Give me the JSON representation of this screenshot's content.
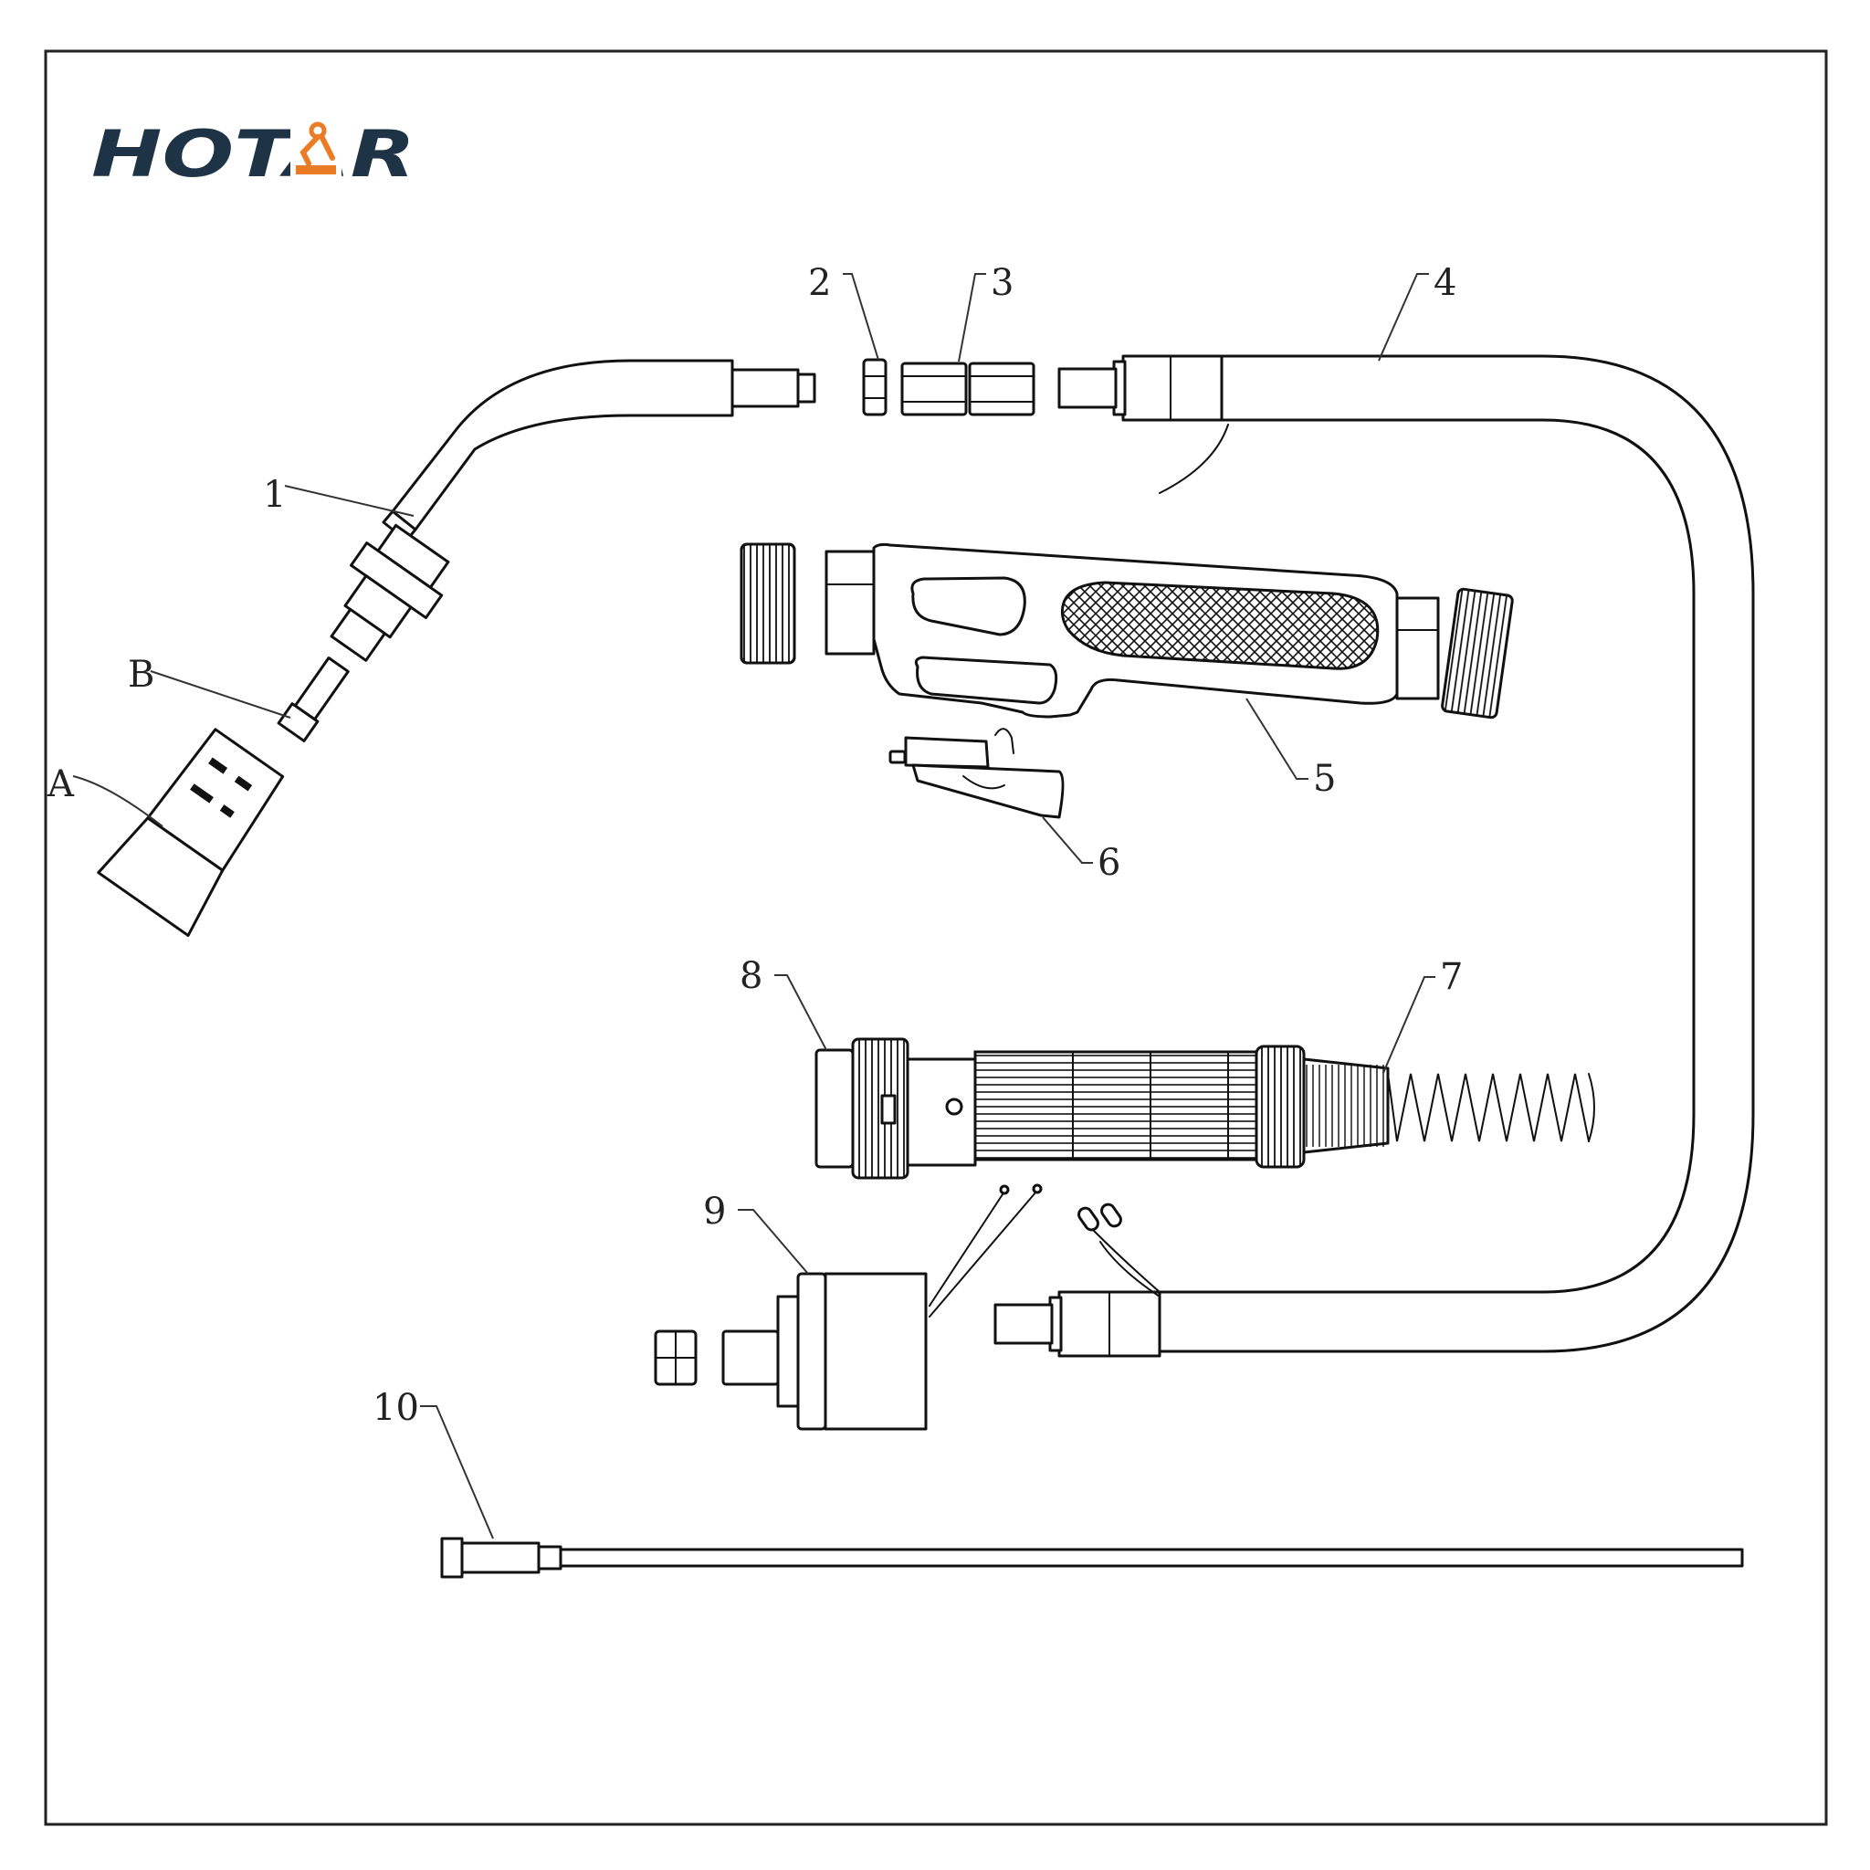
{
  "brand": {
    "name": "HOTAR",
    "text_color": "#1f3346",
    "accent_color": "#e97c25",
    "icon": "welding-robot-arm-icon"
  },
  "border_color": "#222222",
  "callouts": {
    "c1": "1",
    "c2": "2",
    "c3": "3",
    "c4": "4",
    "c5": "5",
    "c6": "6",
    "c7": "7",
    "c8": "8",
    "c9": "9",
    "c10": "10",
    "cA": "A",
    "cB": "B"
  }
}
